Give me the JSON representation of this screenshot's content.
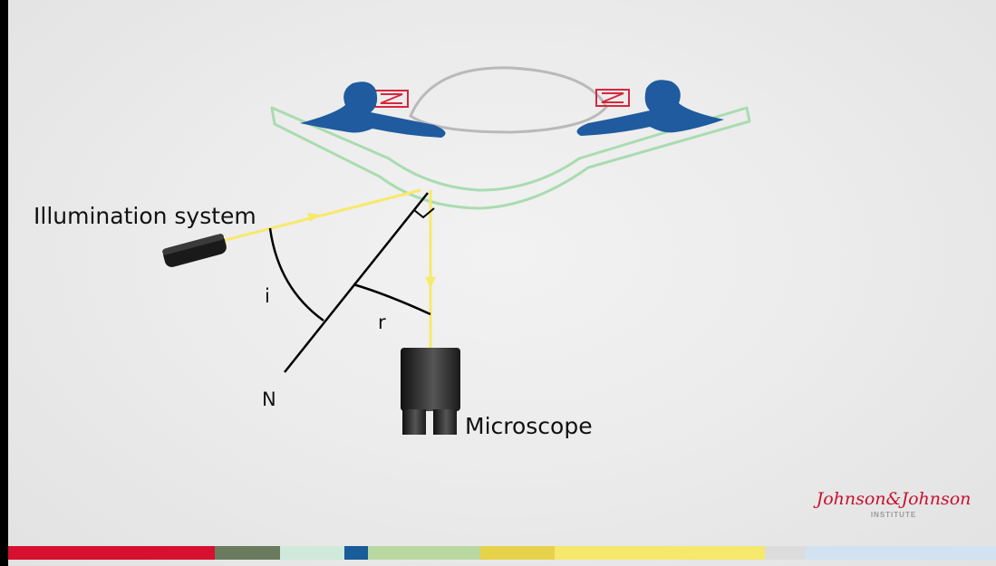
{
  "labels": {
    "illumination": "Illumination system",
    "microscope": "Microscope",
    "normal": "N",
    "incidence": "i",
    "reflection": "r"
  },
  "brand": {
    "name": "Johnson&Johnson",
    "sub": "INSTITUTE"
  },
  "colors": {
    "ray": "#f7e96a",
    "iris": "#1f5b9e",
    "cornea": "#a9dcb0",
    "lens": "#b9b9b9",
    "zonule": "#d8263c",
    "brand": "#c8102e"
  },
  "color_bar": [
    "#d7102f",
    "#6b7b5e",
    "#cfeadb",
    "#1a5b99",
    "#b9d8a0",
    "#e6d24a",
    "#f5e86c",
    "#dcdcdc",
    "#d2e2f2"
  ]
}
